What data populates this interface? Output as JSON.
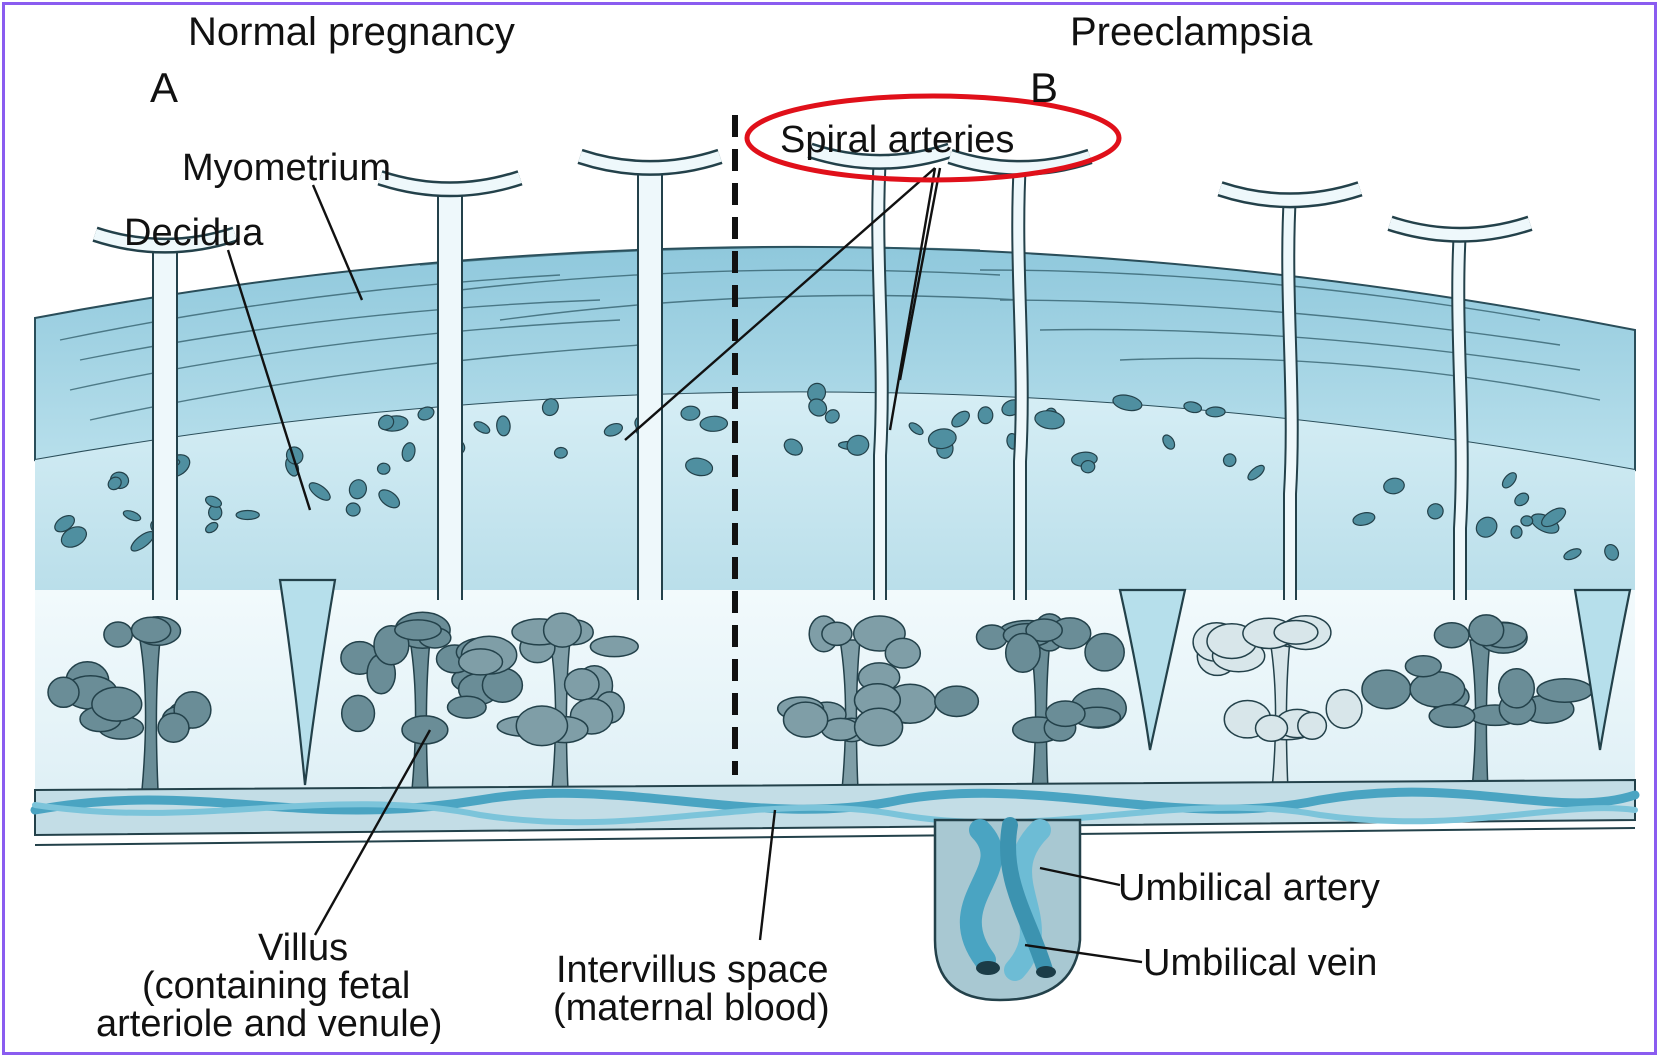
{
  "headings": {
    "left": "Normal pregnancy",
    "right": "Preeclampsia",
    "panel_a": "A",
    "panel_b": "B"
  },
  "labels": {
    "myometrium": "Myometrium",
    "decidua": "Decidua",
    "spiral_arteries": "Spiral arteries",
    "villus_line1": "Villus",
    "villus_line2": "(containing fetal",
    "villus_line3": "arteriole and venule)",
    "intervillus_line1": "Intervillus space",
    "intervillus_line2": "(maternal blood)",
    "umbilical_artery": "Umbilical artery",
    "umbilical_vein": "Umbilical vein"
  },
  "colors": {
    "frame": "#8a5cf0",
    "highlight_ellipse": "#e0101a",
    "myometrium": "#a9d6e6",
    "decidua": "#c9e8f1",
    "villus": "#6a8d97",
    "vessel": "#5bb4cf",
    "cell_cluster": "#4f8fa0"
  }
}
